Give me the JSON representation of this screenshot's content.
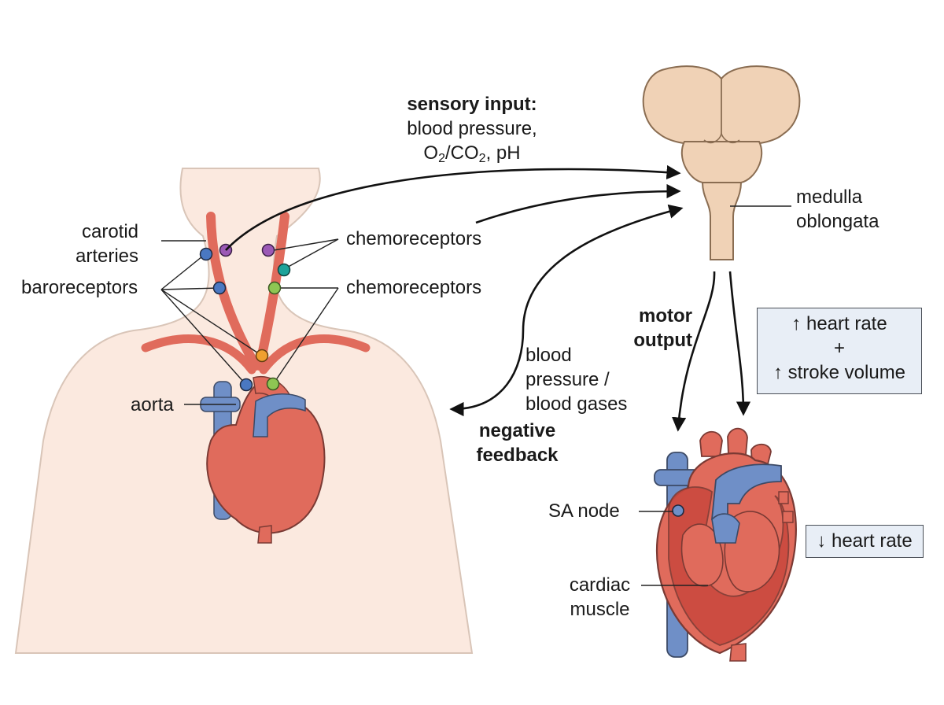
{
  "labels": {
    "carotid_line1": "carotid",
    "carotid_line2": "arteries",
    "baroreceptors": "baroreceptors",
    "chemoreceptors_top": "chemoreceptors",
    "chemoreceptors_bottom": "chemoreceptors",
    "aorta": "aorta",
    "sensory_title": "sensory input:",
    "sensory_line2": "blood pressure,",
    "sensory_o": "O",
    "sensory_o_sub": "2",
    "sensory_slash_co": "/CO",
    "sensory_co_sub": "2",
    "sensory_ph": ", pH",
    "medulla_line1": "medulla",
    "medulla_line2": "oblongata",
    "motor_line1": "motor",
    "motor_line2": "output",
    "feedback_line1": "blood",
    "feedback_line2": "pressure /",
    "feedback_line3": "blood gases",
    "negative_line1": "negative",
    "negative_line2": "feedback",
    "sa_node": "SA node",
    "cardiac_line1": "cardiac",
    "cardiac_line2": "muscle"
  },
  "boxes": {
    "increase_line1": "↑ heart rate",
    "increase_plus": "+",
    "increase_line2": "↑ stroke volume",
    "decrease": "↓ heart rate"
  },
  "colors": {
    "skin": "#fbe9df",
    "brain": "#f0d2b6",
    "artery": "#e06b5c",
    "vein": "#6f8fc7",
    "receptor_blue": "#4a78c2",
    "receptor_purple": "#9b59b6",
    "receptor_teal": "#1fa39a",
    "receptor_green": "#8ec653",
    "receptor_orange": "#f0a030"
  }
}
